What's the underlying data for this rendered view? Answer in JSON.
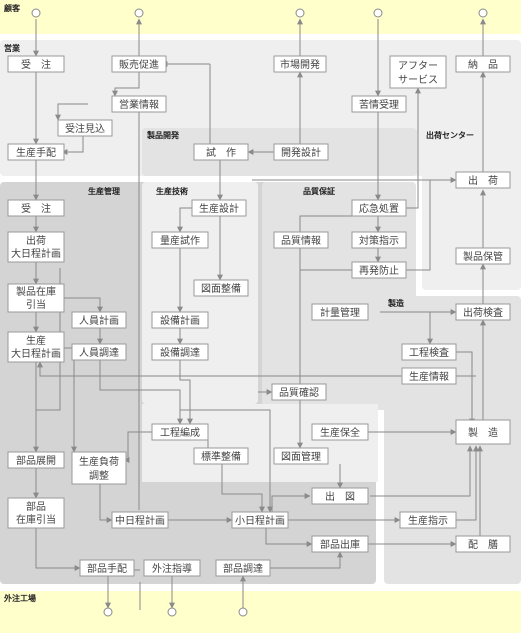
{
  "colors": {
    "band": "#ffffcc",
    "region_light": "#efefef",
    "region_mid": "#e3e3e3",
    "region_dark": "#d4d4d4",
    "box_fill": "#ffffff",
    "box_stroke": "#9a9a9a",
    "line": "#8a8a8a",
    "text": "#444444"
  },
  "regions": {
    "customer": "顧客",
    "sales": "営業",
    "product_dev": "製品開発",
    "shipping_center": "出荷センター",
    "production_mgmt": "生産管理",
    "production_tech": "生産技術",
    "quality": "品質保証",
    "manufacturing": "製造",
    "subcontractor": "外注工場"
  },
  "boxes": {
    "order_receipt_sales": "受　注",
    "sales_promotion": "販売促進",
    "market_development": "市場開発",
    "complaint_receipt": "苦情受理",
    "after_service_1": "アフター",
    "after_service_2": "サービス",
    "delivery": "納　品",
    "sales_info": "営業情報",
    "order_estimate": "受注見込",
    "production_arrangement": "生産手配",
    "trial": "試　作",
    "development_design": "開発設計",
    "shipment": "出　荷",
    "order_receipt_pm": "受　注",
    "production_design": "生産設計",
    "emergency_action": "応急処置",
    "shipping_schedule_1": "出荷",
    "shipping_schedule_2": "大日程計画",
    "mass_trial": "量産試作",
    "quality_info": "品質情報",
    "countermeasure": "対策指示",
    "product_stock_1": "製品在庫",
    "product_stock_2": "引当",
    "drawing_maintenance": "図面整備",
    "recurrence_prevention": "再発防止",
    "product_storage": "製品保管",
    "personnel_plan": "人員計画",
    "equipment_plan": "設備計画",
    "measurement_mgmt": "計量管理",
    "shipping_inspection": "出荷検査",
    "production_master_1": "生産",
    "production_master_2": "大日程計画",
    "personnel_procure": "人員調達",
    "equipment_procure": "設備調達",
    "process_inspection": "工程検査",
    "production_info": "生産情報",
    "quality_confirm": "品質確認",
    "process_formation": "工程編成",
    "production_maintenance": "生産保全",
    "manufacture": "製　造",
    "parts_expansion": "部品展開",
    "load_adjust_1": "生産負荷",
    "load_adjust_2": "調整",
    "standard_maintenance": "標準整備",
    "drawing_mgmt": "図面管理",
    "drawing_issue": "出　図",
    "parts_stock_1": "部品",
    "parts_stock_2": "在庫引当",
    "medium_schedule": "中日程計画",
    "small_schedule": "小日程計画",
    "production_instruction": "生産指示",
    "parts_issue": "部品出庫",
    "allocation": "配　膳",
    "parts_arrangement": "部品手配",
    "subcontract_guidance": "外注指導",
    "parts_procurement": "部品調達"
  }
}
